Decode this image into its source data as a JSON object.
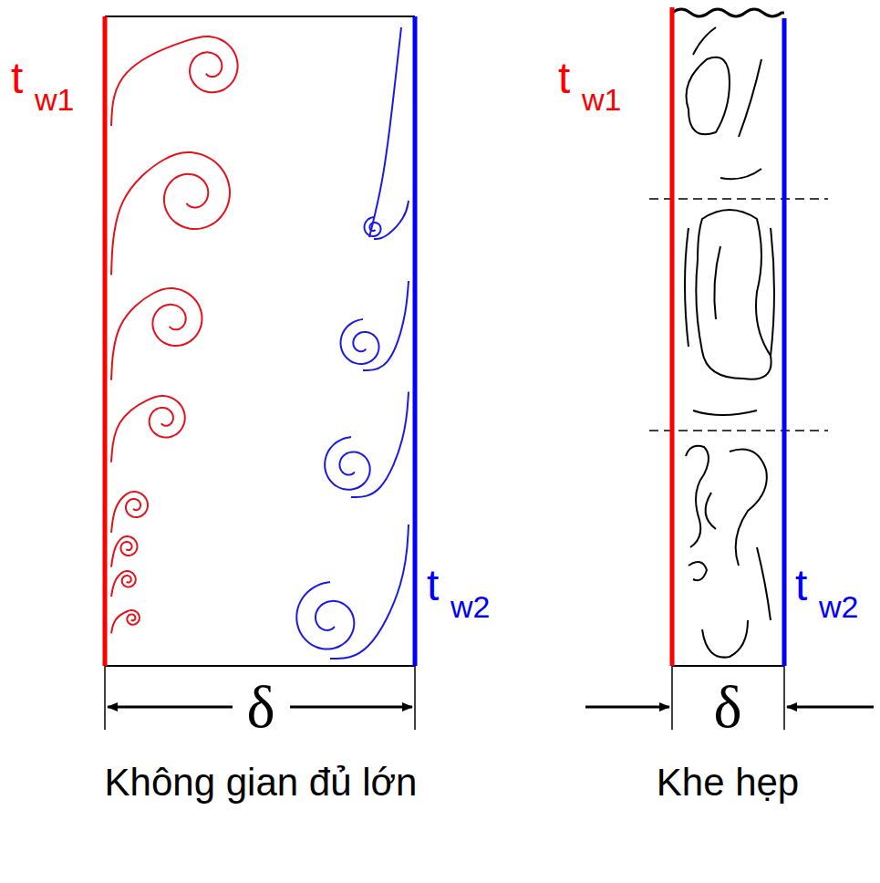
{
  "diagram": {
    "labels": [
      "t",
      "w1",
      "t",
      "w2",
      "δ",
      "Không gian đủ lớn",
      "t",
      "w1",
      "t",
      "w2",
      "δ",
      "Khe hẹp"
    ]
  }
}
